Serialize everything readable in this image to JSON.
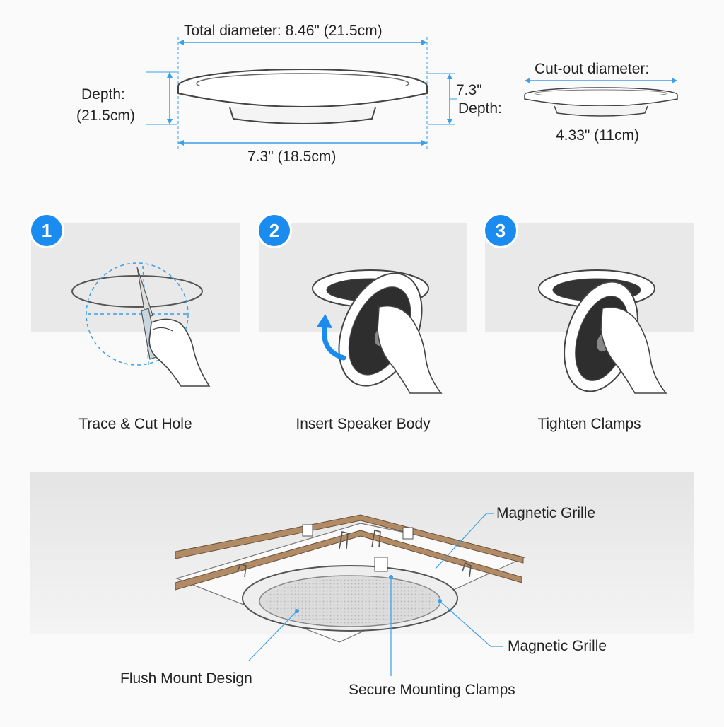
{
  "dimensions": {
    "total_diameter": "Total diameter: 8.46\" (21.5cm)",
    "depth_left_label": "Depth:",
    "depth_left_value": "(21.5cm)",
    "bottom_width": "7.3\" (18.5cm)",
    "depth_right_value": "7.3\"",
    "depth_right_label": "Depth:",
    "cutout_label": "Cut-out diameter:",
    "cutout_value": "4.33\" (11cm)"
  },
  "steps": [
    {
      "number": "1",
      "label": "Trace & Cut Hole"
    },
    {
      "number": "2",
      "label": "Insert Speaker Body"
    },
    {
      "number": "3",
      "label": "Tighten Clamps"
    }
  ],
  "callouts": {
    "magnetic_grille_top": "Magnetic Grille",
    "magnetic_grille_side": "Magnetic Grille",
    "flush_mount": "Flush Mount Design",
    "mounting_clamps": "Secure Mounting Clamps"
  },
  "colors": {
    "accent": "#1a8cf0",
    "dimension_line": "#3aa0e8",
    "wood": "#b08b66",
    "panel": "#e9e9e9"
  }
}
